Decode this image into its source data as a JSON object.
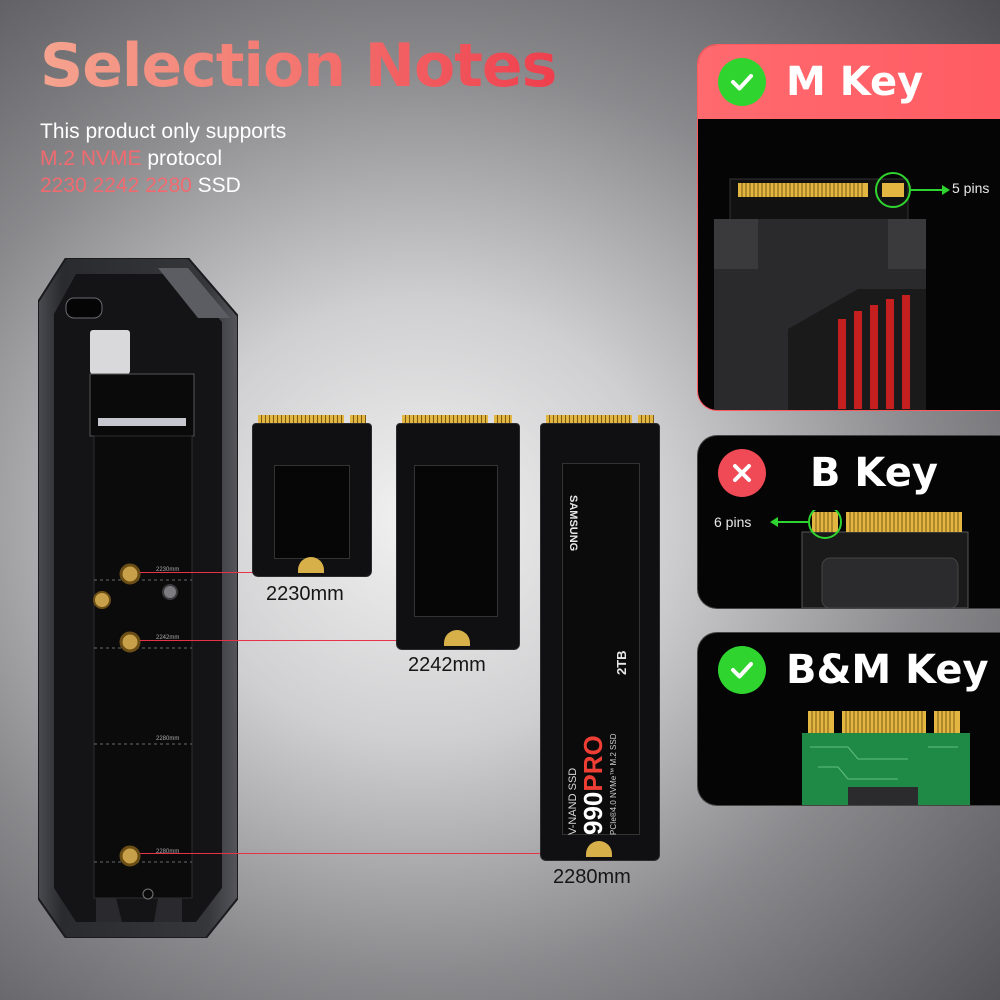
{
  "header": {
    "title": "Selection Notes",
    "line1": "This product only supports",
    "line2_highlight": "M.2 NVME",
    "line2_rest": " protocol",
    "line3_highlight": "2230 2242 2280",
    "line3_rest": " SSD"
  },
  "enclosure": {
    "marks": [
      "2230mm",
      "2242mm",
      "2280mm",
      "2280mm"
    ]
  },
  "ssds": [
    {
      "size": "2230mm"
    },
    {
      "size": "2242mm"
    },
    {
      "size": "2280mm",
      "brand": "SAMSUNG",
      "line": "V-NAND SSD",
      "model": "990",
      "model_suffix": "PRO",
      "capacity": "2TB",
      "spec": "PCIe®4.0 NVMe™ M.2 SSD"
    }
  ],
  "keys": [
    {
      "label": "M Key",
      "supported": true,
      "pins": "5 pins"
    },
    {
      "label": "B Key",
      "supported": false,
      "pins": "6 pins"
    },
    {
      "label": "B&M Key",
      "supported": true
    }
  ],
  "colors": {
    "accent_red": "#ef3e4d",
    "check_green": "#2fd42f",
    "cross_red": "#ef4a55",
    "gold": "#e3b541"
  }
}
